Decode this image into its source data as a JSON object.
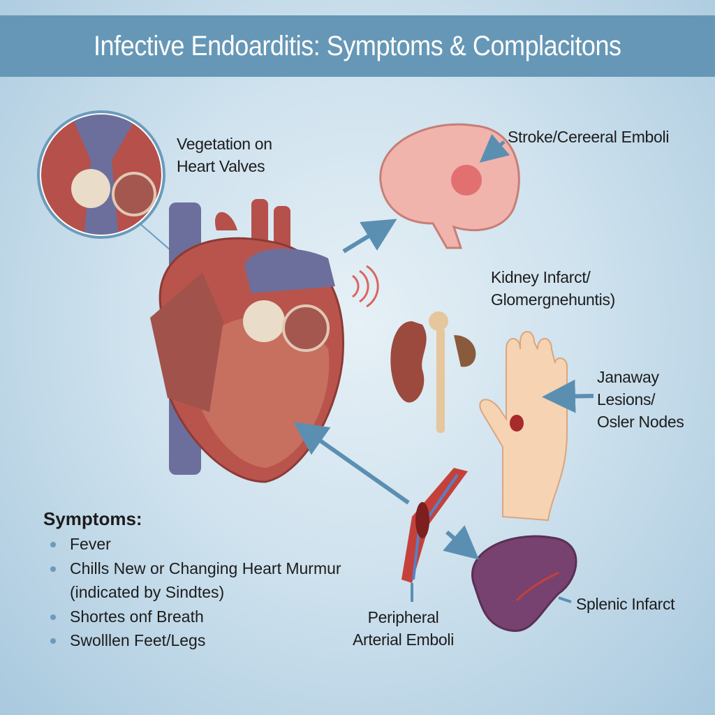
{
  "title": "Infective Endoarditis: Symptoms & Complacitons",
  "labels": {
    "vegetation": [
      "Vegetation on",
      "Heart Valves"
    ],
    "stroke": "Stroke/Cereeral Emboli",
    "kidney": [
      "Kidney Infarct/",
      "Glomergnehuntis)"
    ],
    "janeway": [
      "Janaway",
      "Lesions/",
      "Osler Nodes"
    ],
    "splenic": "Splenic Infarct",
    "peripheral": [
      "Peripheral",
      "Arterial Emboli"
    ]
  },
  "symptoms": {
    "heading": "Symptoms:",
    "items": [
      "Fever",
      "Chills New or Changing Heart Murmur",
      "(indicated by Sindtes)",
      "Shortes onf Breath",
      "Swolllen Feet/Legs"
    ]
  },
  "colors": {
    "title_bar": "#6697b6",
    "arrow": "#5b8fb2",
    "heart": "#b5504a",
    "vein": "#6c6f9c"
  }
}
